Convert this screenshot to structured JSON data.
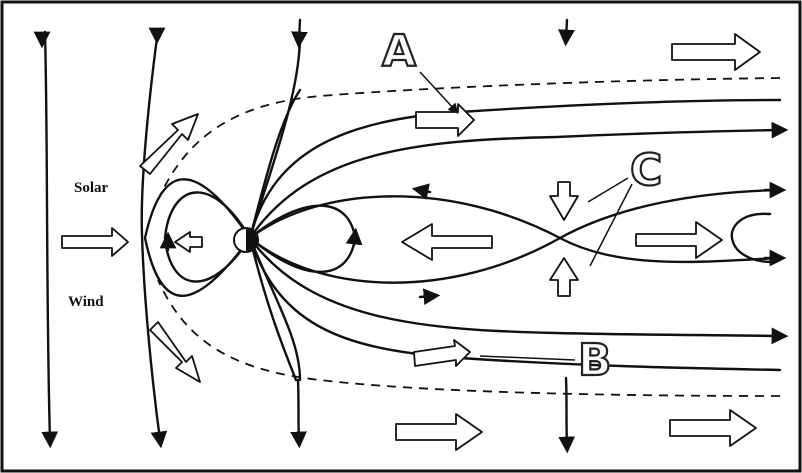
{
  "diagram": {
    "labels": {
      "a": "A",
      "b": "B",
      "c": "C",
      "solar": "Solar",
      "wind": "Wind"
    }
  }
}
